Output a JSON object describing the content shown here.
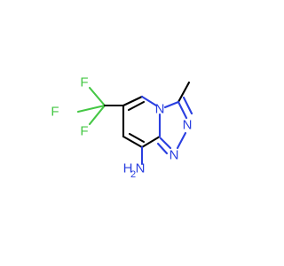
{
  "molecule": {
    "colors": {
      "carbon_bond": "#000000",
      "nitrogen": "#2a3fe0",
      "fluorine": "#44c744"
    },
    "atoms": {
      "f_top": "F",
      "f_left": "F",
      "f_bottom": "F",
      "n_bridge": "N",
      "n_ring_upper": "N",
      "n_ring_lower": "N",
      "amine_n": "N",
      "amine_h": "H",
      "amine_h_sub": "2"
    }
  }
}
